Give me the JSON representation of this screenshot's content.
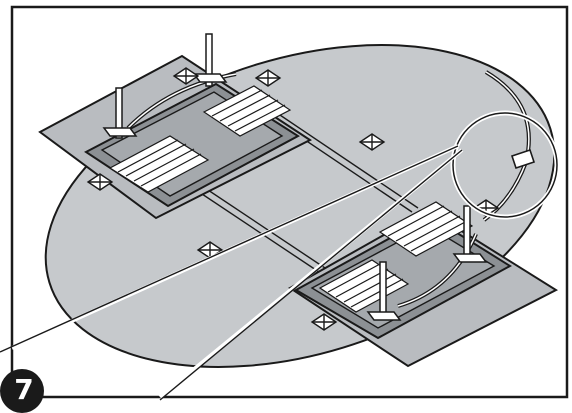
{
  "figure": {
    "step_number": "7",
    "components": [
      "frame",
      "circular-platform",
      "left-lift-plate",
      "right-lift-plate",
      "carriage",
      "curved-rail",
      "anchor-markers",
      "tie-rods",
      "leader-lines",
      "callout-circle",
      "step-badge"
    ]
  },
  "colors": {
    "platform_fill": "#c6c9cc",
    "plate_fill": "#b9bcc0",
    "line": "#1a1a1a",
    "background": "#ffffff",
    "badge": "#1a1a1a"
  }
}
